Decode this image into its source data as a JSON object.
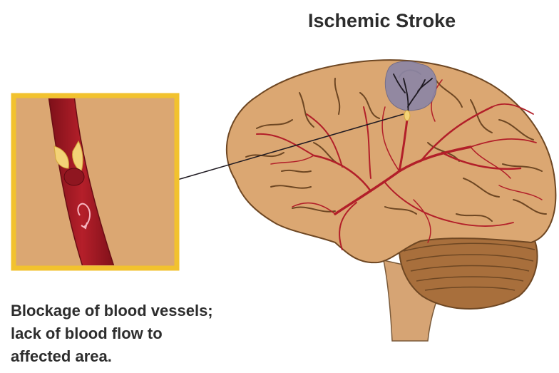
{
  "title": "Ischemic Stroke",
  "caption": {
    "line1": "Blockage of blood vessels;",
    "line2": "lack of blood flow to",
    "line3": "affected area."
  },
  "colors": {
    "brain_fill": "#dba772",
    "brain_outline": "#6e4723",
    "sulci": "#6e4723",
    "blood_vessel": "#b21f29",
    "ischemic_area": "#8c86a6",
    "inset_border": "#f2c22e",
    "inset_background": "#dba772",
    "clot": "#f3d277",
    "cerebellum": "#a86f3c",
    "brainstem": "#d6a474"
  }
}
